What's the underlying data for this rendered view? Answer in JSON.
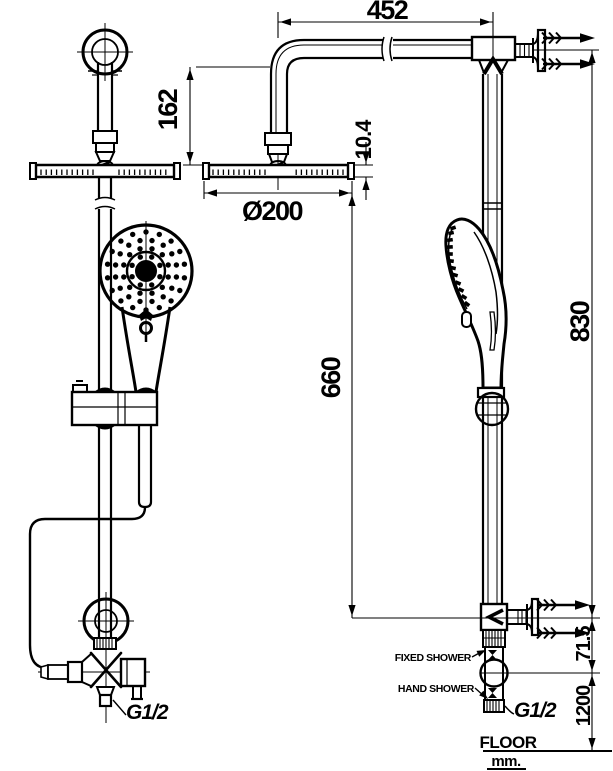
{
  "drawing": {
    "colors": {
      "ink": "#000000",
      "paper": "#ffffff"
    },
    "dimensions": {
      "arm_length": "452",
      "head_drop": "162",
      "head_thickness": "10.4",
      "head_diameter": "Ø200",
      "slide_bar": "660",
      "riser": "830",
      "outlet_offset": "71.5",
      "supply_height": "1200"
    },
    "labels": {
      "fixed_shower": "FIXED SHOWER",
      "hand_shower": "HAND SHOWER",
      "thread_front": "G1/2",
      "thread_side": "G1/2",
      "floor": "FLOOR",
      "units": "mm."
    }
  }
}
